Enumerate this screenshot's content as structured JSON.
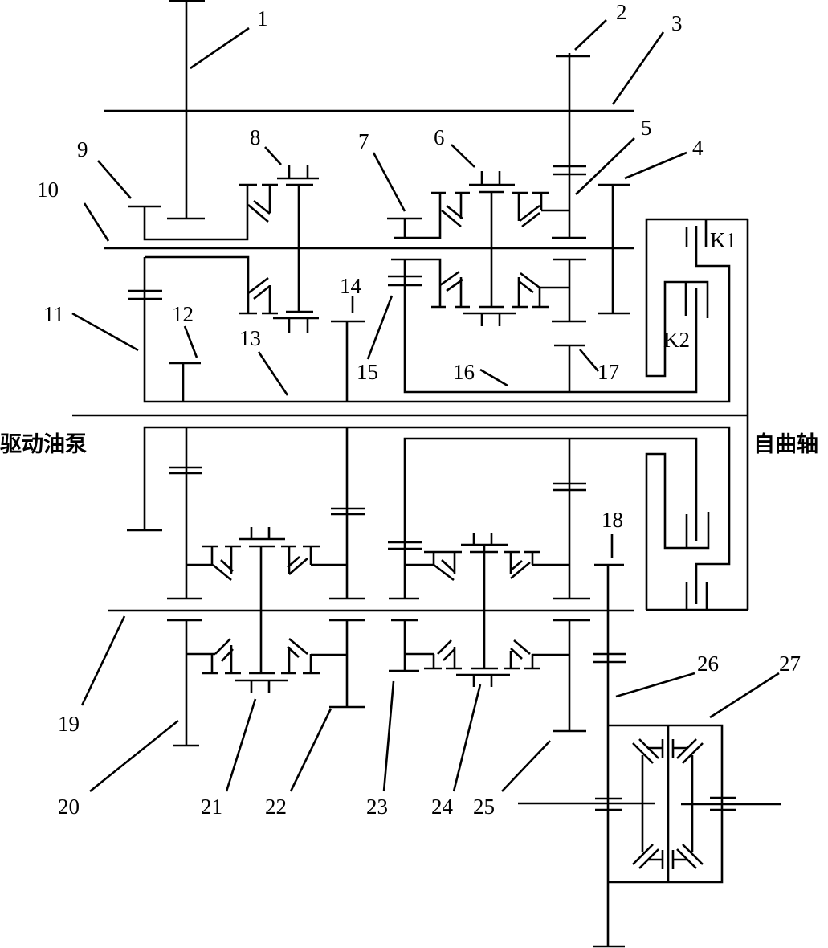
{
  "labels": {
    "n1": "1",
    "n2": "2",
    "n3": "3",
    "n4": "4",
    "n5": "5",
    "n6": "6",
    "n7": "7",
    "n8": "8",
    "n9": "9",
    "n10": "10",
    "n11": "11",
    "n12": "12",
    "n13": "13",
    "n14": "14",
    "n15": "15",
    "n16": "16",
    "n17": "17",
    "n18": "18",
    "n19": "19",
    "n20": "20",
    "n21": "21",
    "n22": "22",
    "n23": "23",
    "n24": "24",
    "n25": "25",
    "n26": "26",
    "n27": "27",
    "k1": "K1",
    "k2": "K2"
  },
  "side_text": {
    "left": "驱动油泵",
    "right": "自曲轴"
  },
  "colors": {
    "line": "#000000",
    "background": "#ffffff"
  }
}
